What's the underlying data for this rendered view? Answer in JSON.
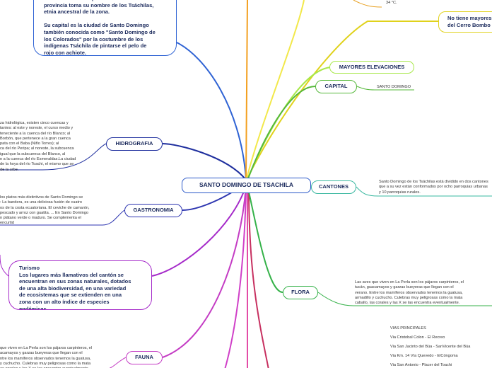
{
  "center": {
    "title": "SANTO DOMINGO DE TSACHILA"
  },
  "top_box": {
    "text": "está en zona de trópico húmedo. La\nprovincia toma su nombre de los Tsáchilas,\netnia ancestral de la zona.\n\nSu capital es la ciudad de Santo Domingo\ntambién conocida como \"Santo Domingo de\nlos Colorados\" por la costumbre de los\nindígenas Tsáchila de pintarse el pelo de\nrojo con achiote."
  },
  "tourism_box": {
    "text": "Turismo\nLos lugares más llamativos del cantón se\nencuentran en sus zonas naturales, dotados\nde una alta biodiversidad, en una variedad\nde ecosistemas que se extienden en una\nzona con un alto índice de especies\nendémicas."
  },
  "nodes": {
    "hidrografia": "HIDROGRAFIA",
    "gastronomia": "GASTRONOMIA",
    "fauna": "FAUNA",
    "mayores": "MAYORES ELEVACIONES",
    "capital": "CAPITAL",
    "cantones": "CANTONES",
    "flora": "FLORA",
    "bombe": "No tiene mayores\ndel Cerro Bombo"
  },
  "notes": {
    "temp": "34 °C.",
    "capital": "SANTO DOMINGO",
    "hidrografia": "za hidrológica, existen cinco cuencas y\ntantes: al este y noreste, el curso medio y\nteneciente a la cuenca del río Blanco; al\nBorbón, que pertenece a la gran cuenca\npata con el Baba (Niño Torres); al\nca del río Peripa; al noreste, la subcuenca\n igual que la subcuenca del Blanco, al\nn a la cuenca del río Esmeraldas.La ciudad\n de la hoya del río Toachi, el mismo que se\n de la urbe.",
    "gastronomia": "los platos más distintivos de Santo Domingo se\n: La bandera, es una deliciosa fusión de cuatro\nos de la costa ecuatoriana. El ceviche de camarón,\n pescado y arroz con guatita. ... En Santo Domingo\nn plátano verde o maduro. Se complementa el\n encurtid",
    "cantones": "Santo Domingo de los Tsáchilas está dividido en dos cantones\nque a su vez están conformados por ocho parroquias urbanas\ny 10 parroquias rurales.",
    "flora": "Las aves que viven en La Perla son los pájaros carpinteros, el\ntucán, guacamayos y garzas bueyeras que llegan con el\nverano. Entre los mamíferos observados tenemos la guatusa,\narmadillo y cuchucho. Culebras muy peligrosas como la mata\ncaballo, las corales y las X se las encuentra eventualmente.",
    "fauna": "que viven en La Perla son los pájaros carpinteros, el\nacamayos y garzas bueyeras que llegan con el\nntre los mamíferos observados tenemos la guatusa,\n y cuchucho. Culebras muy peligrosas como la mata\nas corales y las X se las encuentra eventualmente."
  },
  "vias": {
    "title": "VIAS  PRINCIPALES",
    "items": [
      "Via Cristobal Colon - El Recreo",
      "Via San Jacinto del Búa - SanVicente del Búa",
      "Via Km. 14 Vía Quevedo - ElCóngoma",
      "Via San Antonio - Placer del Toachi"
    ]
  },
  "colors": {
    "hidrografia": "#1f2f9e",
    "gastronomia": "#2d35b0",
    "fauna": "#c43cc4",
    "tourism": "#a52ac9",
    "top_box": "#2f63d4",
    "mayores": "#a8e84a",
    "capital": "#55b83a",
    "cantones": "#3ab8a0",
    "flora": "#36b24a",
    "bombe": "#e0d21c",
    "center": "#2a58c8"
  }
}
